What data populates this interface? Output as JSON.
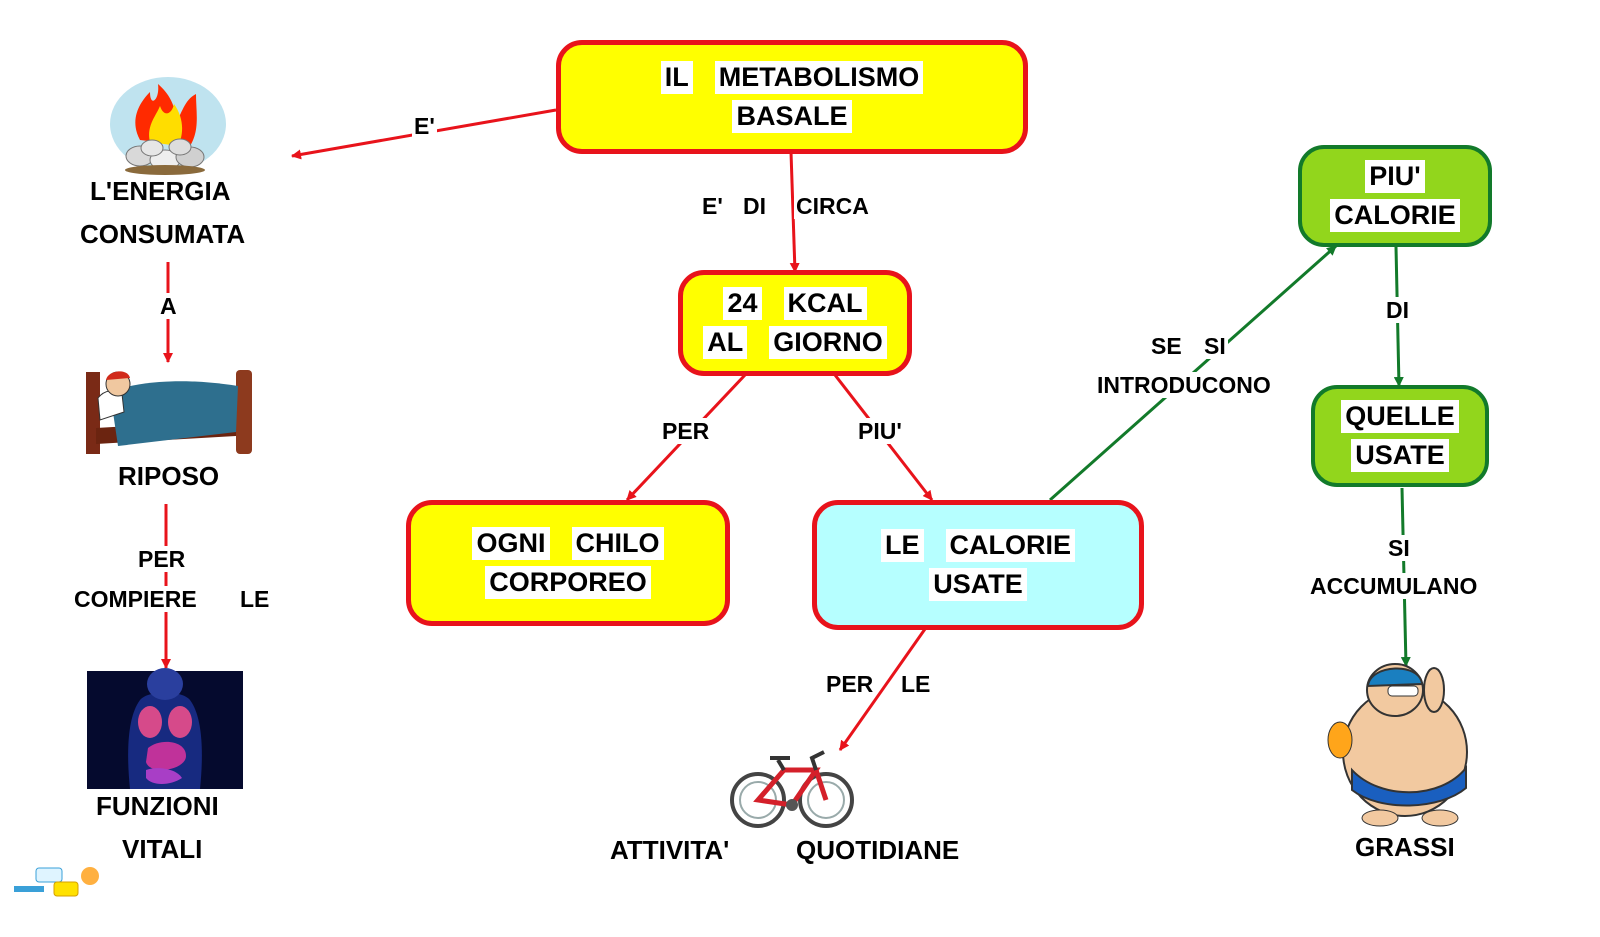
{
  "nodes": {
    "metabolismo": [
      "IL",
      "METABOLISMO",
      "BASALE"
    ],
    "kcal": [
      "24",
      "KCAL",
      "AL",
      "GIORNO"
    ],
    "chilo": [
      "OGNI",
      "CHILO",
      "CORPOREO"
    ],
    "calorie": [
      "LE",
      "CALORIE",
      "USATE"
    ],
    "piu_calorie": [
      "PIU'",
      "CALORIE"
    ],
    "quelle": [
      "QUELLE",
      "USATE"
    ],
    "energia": [
      "L'ENERGIA",
      "CONSUMATA"
    ],
    "riposo": "RIPOSO",
    "funzioni": [
      "FUNZIONI",
      "VITALI"
    ],
    "attivita": [
      "ATTIVITA'",
      "QUOTIDIANE"
    ],
    "grassi": "GRASSI"
  },
  "links": {
    "e": "E'",
    "e_di_circa": [
      "E'",
      "DI",
      "CIRCA"
    ],
    "a": "A",
    "per_compiere": [
      "PER",
      "COMPIERE",
      "LE"
    ],
    "per": "PER",
    "piu": "PIU'",
    "per_le": [
      "PER",
      "LE"
    ],
    "se_si": [
      "SE",
      "SI",
      "INTRODUCONO"
    ],
    "di": "DI",
    "si_accumulano": [
      "SI",
      "ACCUMULANO"
    ]
  },
  "colors": {
    "red_arrow": "#e8131b",
    "green_arrow": "#127a2a",
    "yellow_fill": "#ffff00",
    "cyan_fill": "#b6ffff",
    "green_fill": "#92d61c"
  },
  "icons": [
    "campfire-icon",
    "bed-icon",
    "body-organs-icon",
    "bicycle-icon",
    "swimmer-icon",
    "logo-icon"
  ]
}
